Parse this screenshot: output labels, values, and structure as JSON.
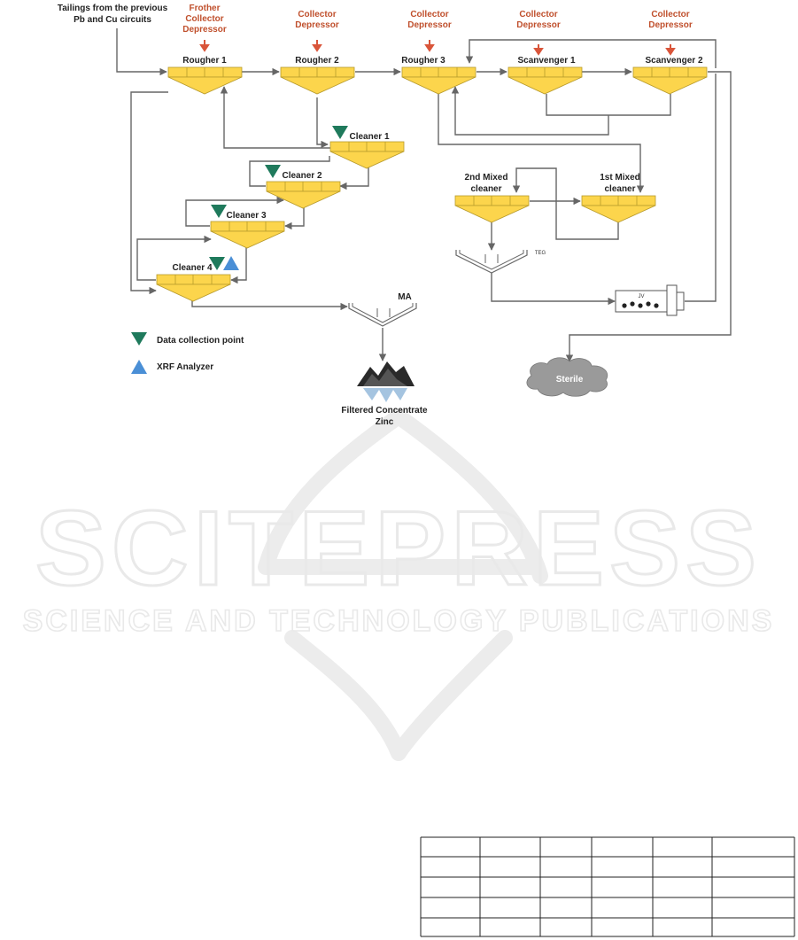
{
  "feed_label": [
    "Tailings from the previous",
    "Pb and Cu circuits"
  ],
  "reagents": {
    "rougher1": [
      "Frother",
      "Collector",
      "Depressor"
    ],
    "rougher2": [
      "Collector",
      "Depressor"
    ],
    "rougher3": [
      "Collector",
      "Depressor"
    ],
    "scavenger1": [
      "Collector",
      "Depressor"
    ],
    "scavenger2": [
      "Collector",
      "Depressor"
    ]
  },
  "cells": {
    "rougher1": "Rougher 1",
    "rougher2": "Rougher 2",
    "rougher3": "Rougher 3",
    "scavenger1": "Scanvenger 1",
    "scavenger2": "Scanvenger 2",
    "cleaner1": "Cleaner 1",
    "cleaner2": "Cleaner 2",
    "cleaner3": "Cleaner 3",
    "cleaner4": "Cleaner 4",
    "mixed2": [
      "2nd Mixed",
      "cleaner"
    ],
    "mixed1": [
      "1st Mixed",
      "cleaner"
    ]
  },
  "equipment": {
    "thickener_ma": "MA",
    "thickener_teg": "TEG",
    "filter_jv": "JV"
  },
  "legend": {
    "data_point": "Data collection point",
    "xrf": "XRF Analyzer"
  },
  "outputs": {
    "concentrate": [
      "Filtered Concentrate",
      "Zinc"
    ],
    "sterile": "Sterile"
  },
  "colors": {
    "cell_fill": "#fcd54c",
    "cell_stroke": "#b79a2b",
    "reagent_text": "#c0502d",
    "reagent_arrow": "#d9553a",
    "data_point": "#1f7a5c",
    "xrf": "#4a8fd6",
    "flow_line": "#666666",
    "watermark": "#e9e9e9"
  },
  "watermark": {
    "main": "SCITEPRESS",
    "sub": "SCIENCE AND TECHNOLOGY PUBLICATIONS"
  }
}
